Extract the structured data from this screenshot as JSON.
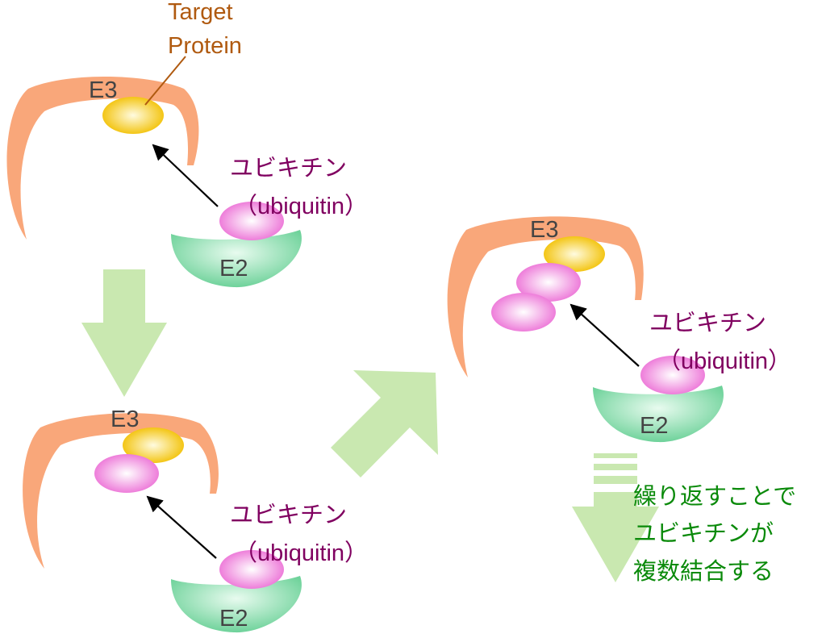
{
  "target_label_line1": "Target",
  "target_label_line2": "Protein",
  "e3_label": "E3",
  "e2_label": "E2",
  "ubiquitin_jp": "ユビキチン",
  "ubiquitin_en": "（ubiquitin）",
  "note_line1": "繰り返すことで",
  "note_line2": "ユビキチンが",
  "note_line3": "複数結合する",
  "colors": {
    "e3": "#f9a77a",
    "target_protein": "#f5c400",
    "ubiquitin": "#ee7ad9",
    "e2": "#7fd9a3",
    "arrow": "#c9e8b0",
    "label_target": "#b05a10",
    "label_ubiquitin": "#800060",
    "label_note": "#0a8a0a",
    "label_enzyme": "#444444"
  }
}
